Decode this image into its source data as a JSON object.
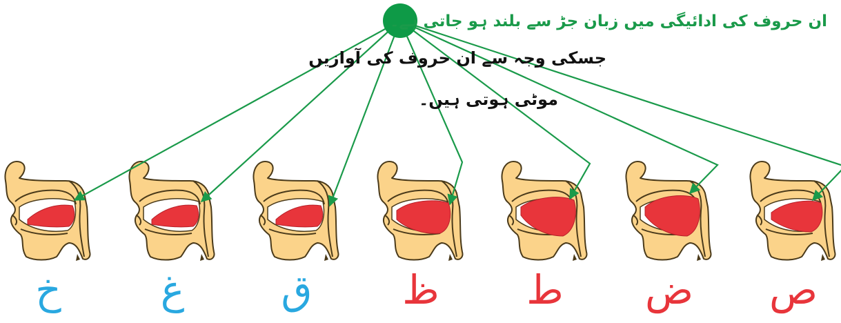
{
  "text": {
    "line1": "ان حروف کی ادائیگی میں زبان جڑ سے بلند ہو جاتی ہے۔",
    "line2": "جسکی وجہ سے ان حروف کی آوازیں",
    "line3": "موٹی ہوتی ہیں۔"
  },
  "letters": [
    {
      "char": "خ",
      "color": "#29a8e0"
    },
    {
      "char": "غ",
      "color": "#29a8e0"
    },
    {
      "char": "ق",
      "color": "#29a8e0"
    },
    {
      "char": "ظ",
      "color": "#e8353b"
    },
    {
      "char": "ط",
      "color": "#e8353b"
    },
    {
      "char": "ض",
      "color": "#e8353b"
    },
    {
      "char": "ص",
      "color": "#e8353b"
    }
  ],
  "colors": {
    "arrow": "#1a9a4a",
    "dot": "#0e9a47",
    "head_fill": "#fbd38a",
    "head_stroke": "#4a3a1a",
    "tongue": "#e8353b"
  }
}
